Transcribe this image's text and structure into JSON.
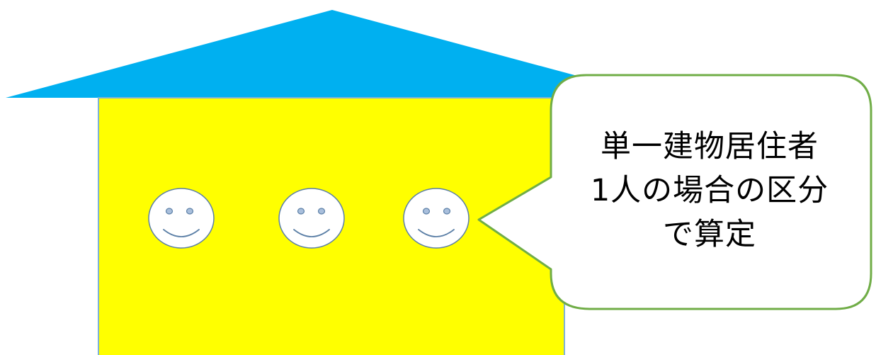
{
  "colors": {
    "roof": "#00b0f0",
    "wall": "#ffff00",
    "wall_border": "#7fb3d5",
    "face_fill": "#ffffff",
    "face_stroke": "#5b7fa6",
    "eye_fill": "#a9bfdc",
    "callout_fill": "#ffffff",
    "callout_stroke": "#70ad47",
    "text": "#000000"
  },
  "residents": {
    "count": 3,
    "icon": "smiley-face-icon"
  },
  "callout": {
    "lines": [
      "単一建物居住者",
      "1人の場合の区分",
      "で算定"
    ]
  }
}
